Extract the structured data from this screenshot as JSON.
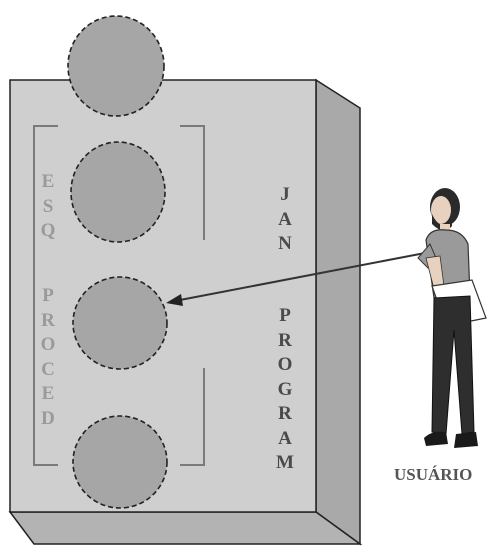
{
  "diagram": {
    "esq_label": "ESQ",
    "proced_label": "PROCED",
    "jan_label": "JAN",
    "program_label": "PROGRAM",
    "user_label": "USUÁRIO"
  },
  "colors": {
    "block_front": "#cfcfcf",
    "block_side": "#a9a9a9",
    "circle_fill": "#a6a6a6",
    "outline": "#222222",
    "faded_text": "#9a9a9a",
    "dark_text": "#4a4a4a"
  },
  "icons": [
    "user-figure-icon"
  ]
}
